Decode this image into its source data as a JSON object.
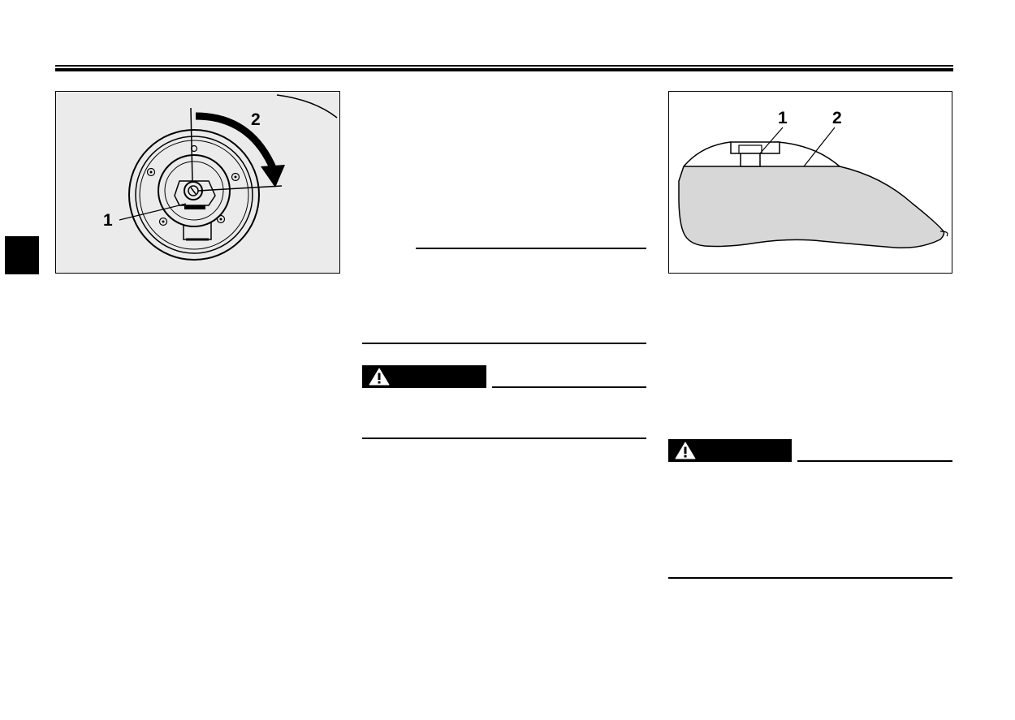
{
  "figure_left": {
    "labels": [
      "1",
      "2"
    ]
  },
  "figure_right": {
    "labels": [
      "1",
      "2"
    ]
  },
  "warnings": [
    {
      "icon": "warning-triangle-icon"
    },
    {
      "icon": "warning-triangle-icon"
    }
  ],
  "colors": {
    "ink": "#000000",
    "figure_background": "#ebebeb",
    "fuel_fill": "#d7d7d7"
  }
}
